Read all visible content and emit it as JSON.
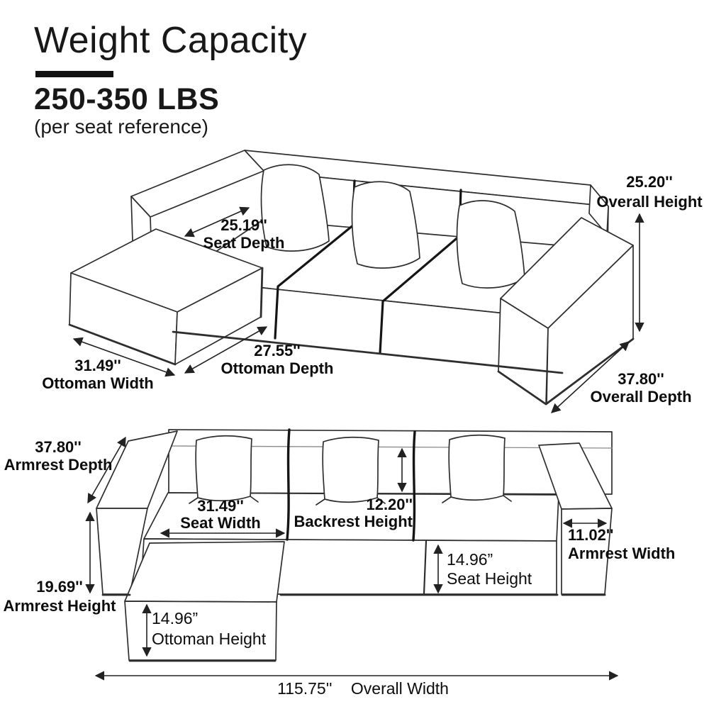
{
  "header": {
    "title": "Weight Capacity",
    "subtitle": "250-350 LBS",
    "note": "(per seat reference)"
  },
  "colors": {
    "ink": "#2e2e2e",
    "heavy_line": "#151515",
    "arrow": "#222222",
    "background": "#ffffff"
  },
  "top_view": {
    "description": "perspective line drawing of 3-seat modular sofa with ottoman",
    "dimensions": {
      "seat_depth": {
        "value": "25.19''",
        "label": "Seat Depth"
      },
      "overall_height": {
        "value": "25.20''",
        "label": "Overall  Height"
      },
      "ottoman_depth": {
        "value": "27.55''",
        "label": "Ottoman Depth"
      },
      "ottoman_width": {
        "value": "31.49''",
        "label": "Ottoman Width"
      },
      "overall_depth": {
        "value": "37.80''",
        "label": "Overall Depth"
      }
    }
  },
  "bottom_view": {
    "description": "front line drawing of 3-seat modular sofa with ottoman",
    "dimensions": {
      "armrest_depth": {
        "value": "37.80''",
        "label": "Armrest Depth"
      },
      "seat_width": {
        "value": "31.49''",
        "label": "Seat Width"
      },
      "backrest_height": {
        "value": "12.20''",
        "label": "Backrest Height"
      },
      "armrest_width": {
        "value": "11.02''",
        "label": "Armrest Width"
      },
      "seat_height": {
        "value": "14.96”",
        "label": "Seat Height"
      },
      "armrest_height": {
        "value": "19.69''",
        "label": "Armrest Height"
      },
      "ottoman_height": {
        "value": "14.96”",
        "label": "Ottoman Height"
      },
      "overall_width": {
        "value": "115.75''",
        "label": "Overall Width"
      }
    }
  }
}
